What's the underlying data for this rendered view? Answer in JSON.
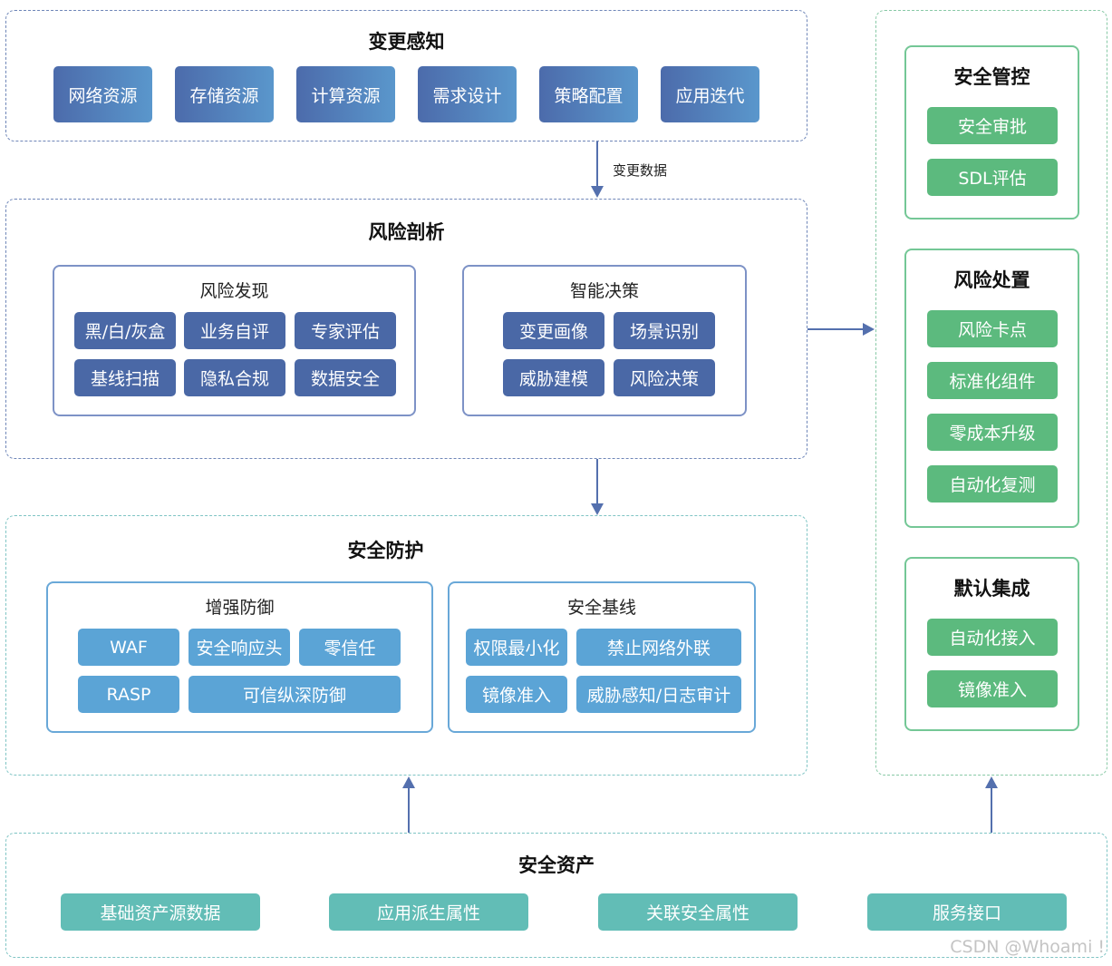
{
  "change_perception": {
    "title": "变更感知",
    "items": [
      "网络资源",
      "存储资源",
      "计算资源",
      "需求设计",
      "策略配置",
      "应用迭代"
    ]
  },
  "edge_change_data": "变更数据",
  "risk_analysis": {
    "title": "风险剖析",
    "discovery": {
      "title": "风险发现",
      "items": [
        "黑/白/灰盒",
        "业务自评",
        "专家评估",
        "基线扫描",
        "隐私合规",
        "数据安全"
      ]
    },
    "decision": {
      "title": "智能决策",
      "items": [
        "变更画像",
        "场景识别",
        "威胁建模",
        "风险决策"
      ]
    }
  },
  "security_protection": {
    "title": "安全防护",
    "enhanced": {
      "title": "增强防御",
      "items": [
        "WAF",
        "安全响应头",
        "零信任",
        "RASP",
        "可信纵深防御"
      ]
    },
    "baseline": {
      "title": "安全基线",
      "items": [
        "权限最小化",
        "禁止网络外联",
        "镜像准入",
        "威胁感知/日志审计"
      ]
    }
  },
  "security_assets": {
    "title": "安全资产",
    "items": [
      "基础资产源数据",
      "应用派生属性",
      "关联安全属性",
      "服务接口"
    ]
  },
  "security_control": {
    "title": "安全管控",
    "items": [
      "安全审批",
      "SDL评估"
    ]
  },
  "risk_disposal": {
    "title": "风险处置",
    "items": [
      "风险卡点",
      "标准化组件",
      "零成本升级",
      "自动化复测"
    ]
  },
  "default_integration": {
    "title": "默认集成",
    "items": [
      "自动化接入",
      "镜像准入"
    ]
  },
  "watermark": "CSDN @Whoami !",
  "colors": {
    "navy_chip": "#4a68a6",
    "sky_chip": "#5ba4d6",
    "green_chip": "#5cba7e",
    "teal_chip": "#62bdb6",
    "arrow": "#5470ae"
  }
}
